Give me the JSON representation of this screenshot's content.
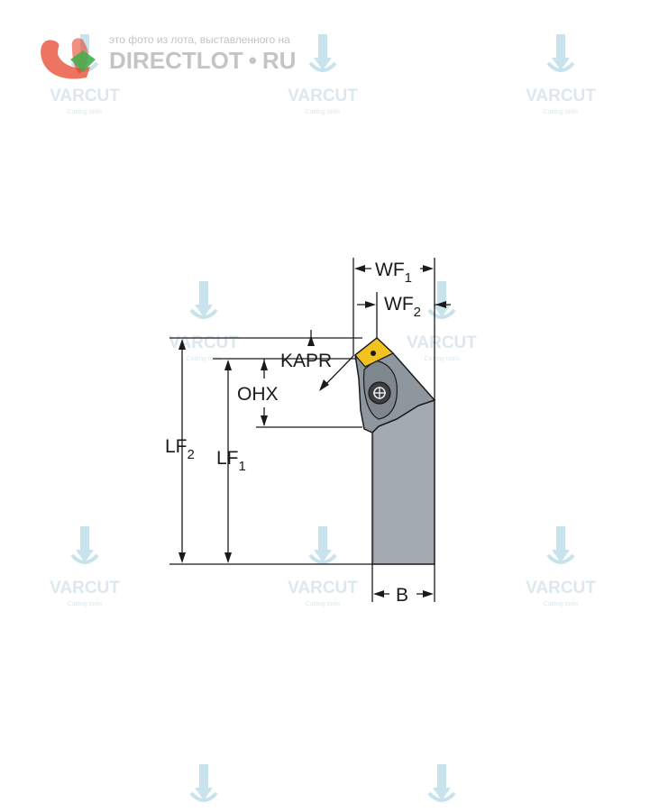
{
  "directlot": {
    "caption": "это фото из лота, выставленного на",
    "brand": "DIRECTLOT",
    "dot": "•",
    "suffix": "RU",
    "red": "#e8452e",
    "green": "#3fae49",
    "gray": "#c4c4c4"
  },
  "watermark": {
    "brand": "VARCUT",
    "tagline": "Cutting tools",
    "icon": "drill-bit-icon",
    "color": "#dde8ee",
    "icon_color": "#c9e3ec"
  },
  "drawing": {
    "labels": {
      "wf1_main": "WF",
      "wf1_sub": "1",
      "wf2_main": "WF",
      "wf2_sub": "2",
      "kapr": "KAPR",
      "ohx": "OHX",
      "lf2_main": "LF",
      "lf2_sub": "2",
      "lf1_main": "LF",
      "lf1_sub": "1",
      "b": "B"
    },
    "colors": {
      "line": "#1a1a1a",
      "shank": "#a3aab2",
      "head": "#8e969e",
      "insert": "#f2c21e",
      "screw": "#3a3f44"
    }
  }
}
